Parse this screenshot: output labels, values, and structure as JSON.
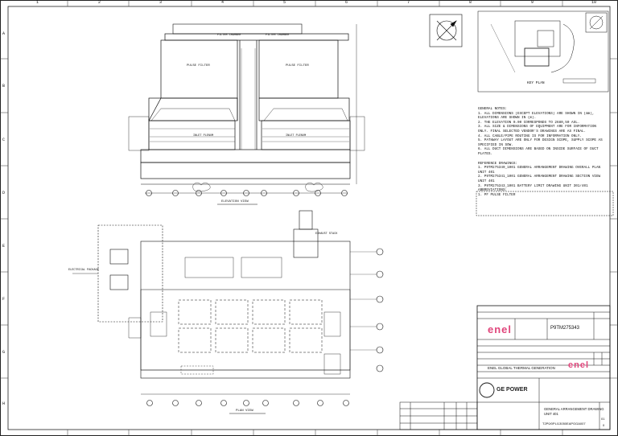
{
  "grid": {
    "cols_top": [
      "1",
      "2",
      "3",
      "4",
      "5",
      "6",
      "7",
      "8",
      "9",
      "10"
    ],
    "rows_left": [
      "A",
      "B",
      "C",
      "D",
      "E",
      "F",
      "G",
      "H"
    ]
  },
  "drawing": {
    "upper_view": {
      "label_left": "PULSE FILTER",
      "label_right": "PULSE FILTER",
      "top_left_tag": "FILTER CHAMBER",
      "top_right_tag": "FILTER CHAMBER",
      "lower_left_tag": "INLET PLENUM",
      "lower_right_tag": "INLET PLENUM",
      "view_title": "ELEVATION VIEW"
    },
    "plan_view": {
      "view_title": "PLAN VIEW",
      "left_tag": "ELECTRICAL PACKAGE",
      "stack_tag": "EXHAUST STACK"
    }
  },
  "notes": {
    "title": "GENERAL NOTES:",
    "lines": [
      "1. ALL DIMENSIONS (EXCEPT ELEVATIONS) ARE SHOWN IN (mm),",
      "   ELEVATIONS ARE SHOWN IN (m).",
      "2. THE ELEVATION 0.00 CORRESPONDS TO 2680,50 ASL.",
      "3. ALL SIZE & DIMENSIONS OF EQUIPMENT ARE FOR INFORMATION",
      "   ONLY. FINAL SELECTED VENDOR'S DRAWINGS ARE AS FINAL.",
      "4. ALL CABLE/PIPE ROUTING IS FOR INFORMATION ONLY.",
      "5. PATHWAY LAYOUT ARE ONLY FOR DESIGN SCOPE, SUPPLY SCOPE AS",
      "   SPECIFIED IN SOW.",
      "6. ALL DUCT DIMENSIONS ARE BASED ON INSIDE SURFACE OF DUCT",
      "   PLATES."
    ],
    "ref_title": "REFERENCE DRAWINGS:",
    "ref_lines": [
      "1. P9TM275340_1001 GENERAL ARRANGEMENT DRAWING OVERALL PLAN",
      "   UNIT 401",
      "2. P9TM275341_1001 GENERAL ARRANGEMENT DRAWING SECTION VIEW",
      "   UNIT 401",
      "3. P9TM275343_1001 BATTERY LIMIT DRAWING UNIT 301/401"
    ],
    "abbr_title": "ABBREVIATIONS:",
    "abbr_lines": [
      "1. PF     PULSE FILTER"
    ]
  },
  "key_plan": {
    "title": "KEY PLAN"
  },
  "title_block": {
    "doc_number": "P9TM275343",
    "client": "ENEL GLOBAL THERMAL GENERATION",
    "enel_logo": "enel",
    "ge_logo": "GE POWER",
    "drawing_title_1": "GENERAL ARRANGEMENT DRAWING",
    "drawing_title_2": "UNIT 401",
    "drawing_number": "T2P0/0PLI13050EAPGGA007",
    "sheet": "01",
    "rev": "0"
  }
}
